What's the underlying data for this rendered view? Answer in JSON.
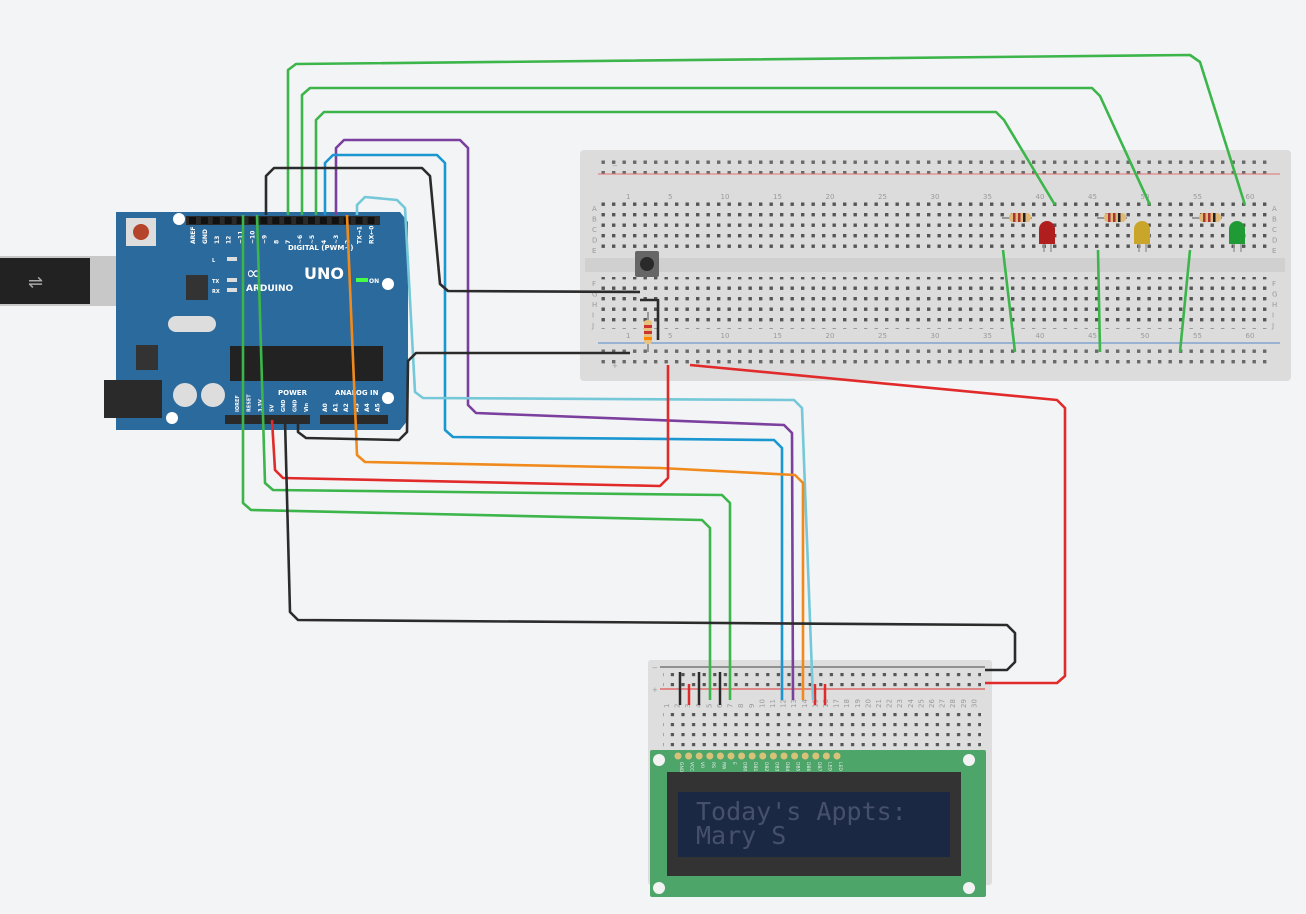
{
  "arduino": {
    "brand": "ARDUINO",
    "model": "UNO",
    "digital_header": "DIGITAL (PWM~)",
    "digital_pins": [
      "AREF",
      "GND",
      "13",
      "12",
      "~11",
      "~10",
      "~9",
      "8",
      "7",
      "~6",
      "~5",
      "4",
      "~3",
      "2",
      "TX→1",
      "RX←0"
    ],
    "led_labels": [
      "L",
      "TX",
      "RX"
    ],
    "on_label": "ON",
    "power_header": "POWER",
    "power_pins": [
      "IOREF",
      "RESET",
      "3.3V",
      "5V",
      "GND",
      "GND",
      "Vin"
    ],
    "analog_header": "ANALOG IN",
    "analog_pins": [
      "A0",
      "A1",
      "A2",
      "A3",
      "A4",
      "A5"
    ],
    "colors": {
      "board": "#2b6a9c",
      "header": "#2a2a2a"
    }
  },
  "breadboard_main": {
    "column_numbers": [
      "1",
      "5",
      "10",
      "15",
      "20",
      "25",
      "30",
      "35",
      "40",
      "45",
      "50",
      "55",
      "60"
    ],
    "row_letters_top": [
      "A",
      "B",
      "C",
      "D",
      "E"
    ],
    "row_letters_bottom": [
      "F",
      "G",
      "H",
      "I",
      "J"
    ],
    "rail_minus": "−",
    "rail_plus": "+"
  },
  "breadboard_small": {
    "column_numbers": [
      "1",
      "2",
      "3",
      "4",
      "5",
      "6",
      "7",
      "8",
      "9",
      "10",
      "11",
      "12",
      "13",
      "14",
      "15",
      "16",
      "17",
      "18",
      "19",
      "20",
      "21",
      "22",
      "23",
      "24",
      "25",
      "26",
      "27",
      "28",
      "29",
      "30"
    ],
    "rail_minus": "−",
    "rail_plus": "+"
  },
  "lcd": {
    "pin_labels": [
      "GND",
      "VCC",
      "V0",
      "RS",
      "RW",
      "E",
      "DB0",
      "DB1",
      "DB2",
      "DB3",
      "DB4",
      "DB5",
      "DB6",
      "DB7",
      "LED",
      "LED"
    ],
    "line1": "Today's Appts:",
    "line2": "Mary S",
    "colors": {
      "pcb": "#4ea56a",
      "bezel": "#333333",
      "screen": "#1b2844"
    }
  },
  "leds": [
    {
      "color_name": "red",
      "color": "#b01e1e"
    },
    {
      "color_name": "yellow",
      "color": "#c9a62a"
    },
    {
      "color_name": "green",
      "color": "#1f9a35"
    }
  ],
  "wire_colors": {
    "green": "#3cb54a",
    "purple": "#7b3f9e",
    "blue": "#1a96d0",
    "cyan": "#74c8d8",
    "orange": "#f08a1c",
    "black": "#2b2b2b",
    "red": "#e12a2a"
  }
}
